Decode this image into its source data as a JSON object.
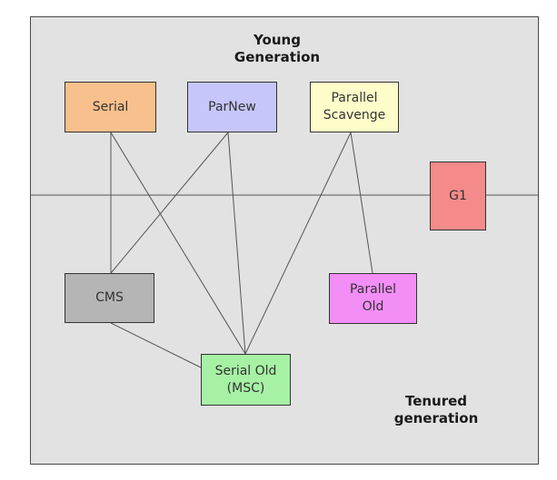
{
  "regions": {
    "young": "Young\nGeneration",
    "tenured": "Tenured\ngeneration"
  },
  "collectors": {
    "serial": {
      "label": "Serial",
      "color": "#f8c08c"
    },
    "parnew": {
      "label": "ParNew",
      "color": "#c6c6fb"
    },
    "parallel_scavenge": {
      "label": "Parallel\nScavenge",
      "color": "#fefdc9"
    },
    "g1": {
      "label": "G1",
      "color": "#f58a8a"
    },
    "cms": {
      "label": "CMS",
      "color": "#b5b5b5"
    },
    "parallel_old": {
      "label": "Parallel\nOld",
      "color": "#f38ef7"
    },
    "serial_old": {
      "label": "Serial Old\n(MSC)",
      "color": "#a7f1a5"
    }
  },
  "connections": [
    [
      "serial",
      "cms"
    ],
    [
      "serial",
      "serial_old"
    ],
    [
      "parnew",
      "cms"
    ],
    [
      "parnew",
      "serial_old"
    ],
    [
      "parallel_scavenge",
      "serial_old"
    ],
    [
      "parallel_scavenge",
      "parallel_old"
    ],
    [
      "cms",
      "serial_old"
    ]
  ]
}
